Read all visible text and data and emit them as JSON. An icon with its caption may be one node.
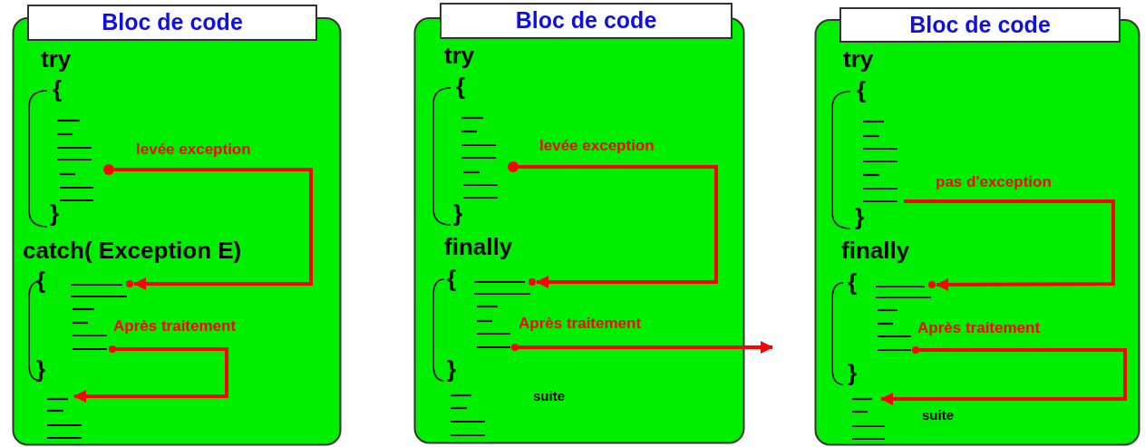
{
  "diagram": {
    "nodes": [
      {
        "text": [
          "Bloc de code",
          "try",
          "{",
          "}",
          "catch( Exception E)",
          "{",
          "}"
        ]
      },
      {
        "text": [],
        "shape": "circle",
        "in": 0
      },
      {
        "text": [],
        "shape": "circle",
        "in": 0
      },
      {
        "text": [],
        "shape": "circle",
        "in": 0
      },
      {
        "text": [
          "Bloc de code",
          "try",
          "{",
          "}",
          "finally",
          "{",
          "}",
          "suite"
        ]
      },
      {
        "text": [],
        "shape": "circle",
        "in": 4
      },
      {
        "text": [],
        "shape": "circle",
        "in": 4
      },
      {
        "text": [],
        "shape": "circle",
        "in": 4
      },
      {
        "text": [
          "Bloc de code",
          "try",
          "{",
          "}",
          "finally",
          "{",
          "}",
          "suite"
        ]
      },
      {
        "text": [],
        "shape": "circle",
        "in": 8
      },
      {
        "text": [],
        "shape": "circle",
        "in": 8
      }
    ],
    "edges": [
      {
        "from": 1,
        "to": 2,
        "arrow": "to",
        "label": "levée exception"
      },
      {
        "from": 3,
        "to": null,
        "arrow": "to",
        "label": "Après traitement"
      },
      {
        "from": 5,
        "to": 6,
        "arrow": "to",
        "label": "levée exception"
      },
      {
        "from": 7,
        "to": null,
        "arrow": "to",
        "label": "Après traitement"
      },
      {
        "from": null,
        "to": 9,
        "arrow": "to",
        "label": "pas d'exception"
      },
      {
        "from": 10,
        "to": null,
        "arrow": "to",
        "label": "Après traitement"
      }
    ]
  }
}
